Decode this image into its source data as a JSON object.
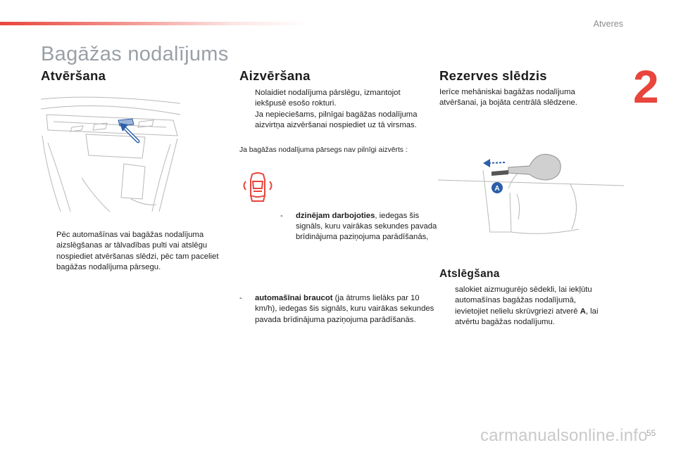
{
  "header": {
    "section": "Atveres",
    "chapter": "2",
    "page_number": "55"
  },
  "title": "Bagāžas nodalījums",
  "col1": {
    "heading": "Atvēršana",
    "bullet_symbol": "",
    "bullet": "Pēc automašīnas vai bagāžas nodalījuma aizslēgšanas ar tālvadības pulti vai atslēgu nospiediet atvēršanas slēdzi, pēc tam paceliet bagāžas nodalījuma pārsegu."
  },
  "col2": {
    "heading": "Aizvēršana",
    "bullets": [
      "Nolaidiet nodalījuma pārslēgu, izmantojot iekšpusē esošo rokturi.",
      "Ja nepieciešams, pilnīgai bagāžas nodalījuma aizvirtņa aizvēršanai nospiediet uz tā virsmas."
    ],
    "note": "Ja bagāžas nodalījuma pārsegs nav pilnīgi aizvērts :",
    "dash": "-",
    "item1_bold": "dzinējam darbojoties",
    "item1_rest": ", iedegas šis signāls, kuru vairākas sekundes pavada brīdinājuma paziņojuma parādīšanās,",
    "item2_bold": "automašīnai braucot",
    "item2_rest": " (ja ātrums lielāks par 10 km/h), iedegas šis signāls, kuru vairākas sekundes pavada brīdinājuma paziņojuma parādīšanās."
  },
  "col3": {
    "heading": "Rezerves slēdzis",
    "intro": "Ierīce mehāniskai bagāžas nodalījuma atvēršanai, ja bojāta centrālā slēdzene.",
    "figure_label": "A",
    "subheading": "Atslēgšana",
    "bullet1": "salokiet aizmugurējo sēdekli, lai iekļūtu automašīnas bagāžas nodalījumā,",
    "bullet2_pre": "ievietojiet nelielu skrūvgriezi atverē ",
    "bullet2_bold": "A",
    "bullet2_post": ", lai atvērtu bagāžas nodalījumu."
  },
  "colors": {
    "accent": "#e8453c",
    "title_gray": "#9aa0a6",
    "figure_blue": "#2b5fa8"
  },
  "watermark": "carmanualsonline.info"
}
